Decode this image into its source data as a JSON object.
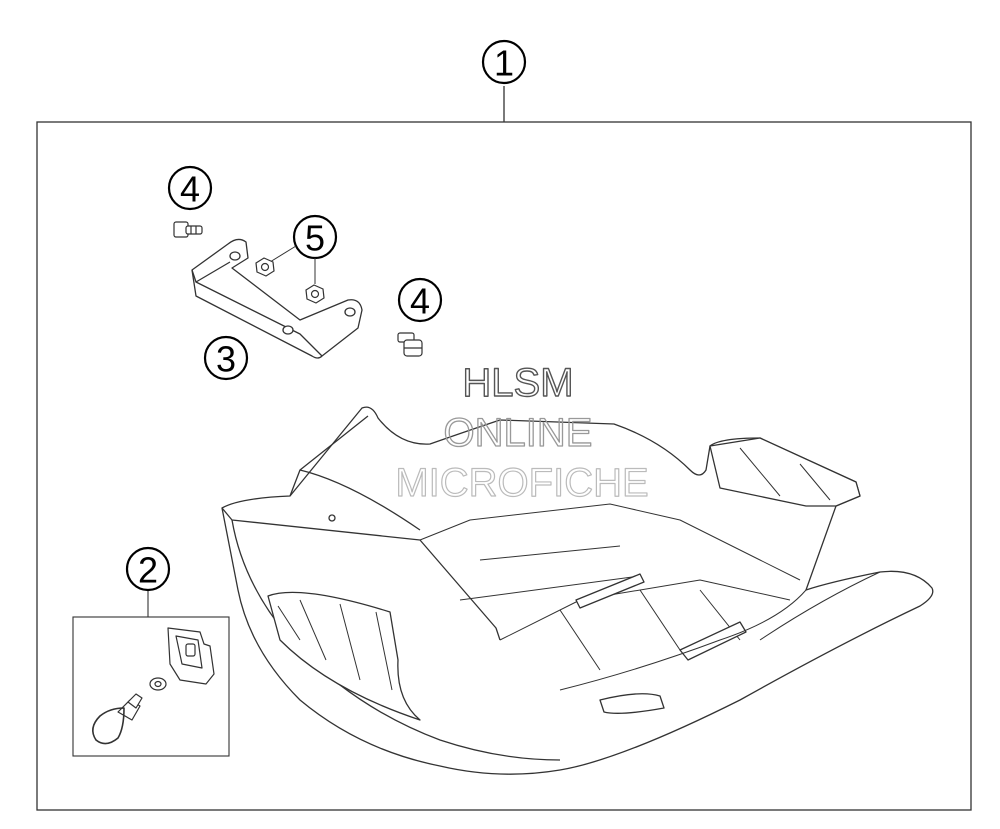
{
  "callouts": {
    "c1": "1",
    "c2": "2",
    "c3": "3",
    "c4a": "4",
    "c4b": "4",
    "c5": "5"
  },
  "watermark": {
    "line1": "HLSM",
    "line2": "ONLINE",
    "line3": "MICROFICHE"
  }
}
